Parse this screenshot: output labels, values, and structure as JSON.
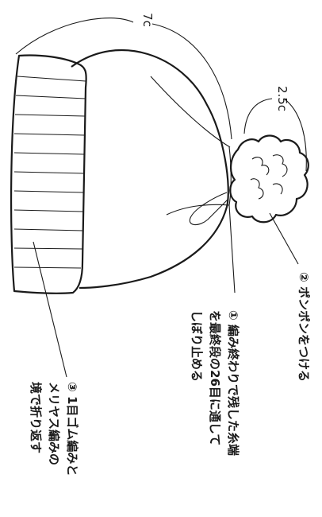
{
  "dimensions": {
    "hat_width": "7c",
    "pompom_width": "2.5c"
  },
  "instructions": {
    "step1_marker": "①",
    "step1_lines": [
      "編み終わりで残した糸端",
      "を最終段の26目に通して",
      "しぼり止める"
    ],
    "step2_marker": "②",
    "step2_lines": [
      "ポンポンをつける"
    ],
    "step3_marker": "③",
    "step3_lines": [
      "1目ゴム編みと",
      "メリヤス編みの",
      "境で折り返す"
    ]
  }
}
